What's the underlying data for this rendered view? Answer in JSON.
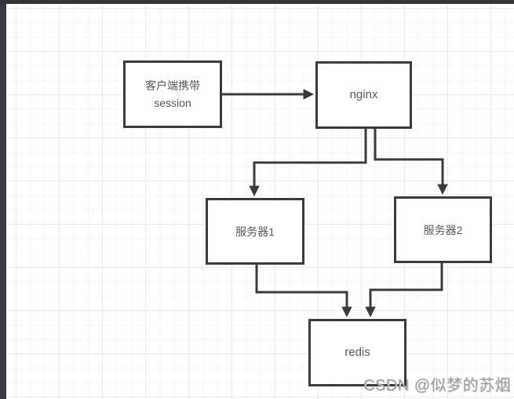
{
  "diagram": {
    "nodes": {
      "client": {
        "label": "客户端携带\nsession"
      },
      "nginx": {
        "label": "nginx"
      },
      "server1": {
        "label": "服务器1"
      },
      "server2": {
        "label": "服务器2"
      },
      "redis": {
        "label": "redis"
      }
    },
    "edges": [
      {
        "from": "client",
        "to": "nginx"
      },
      {
        "from": "nginx",
        "to": "server1"
      },
      {
        "from": "nginx",
        "to": "server2"
      },
      {
        "from": "server1",
        "to": "redis"
      },
      {
        "from": "server2",
        "to": "redis"
      }
    ]
  },
  "watermark": {
    "text": "CSDN @似梦的苏烟"
  },
  "colors": {
    "line": "#383c40",
    "box_border": "#383c40",
    "box_fill": "#ffffff",
    "node_text": "#55585c",
    "watermark_text": "#9b9ea1",
    "chrome_bar": "#31373c",
    "grid_minor": "#f4f5f6",
    "grid_major": "#e9ebed",
    "background": "#ffffff"
  }
}
